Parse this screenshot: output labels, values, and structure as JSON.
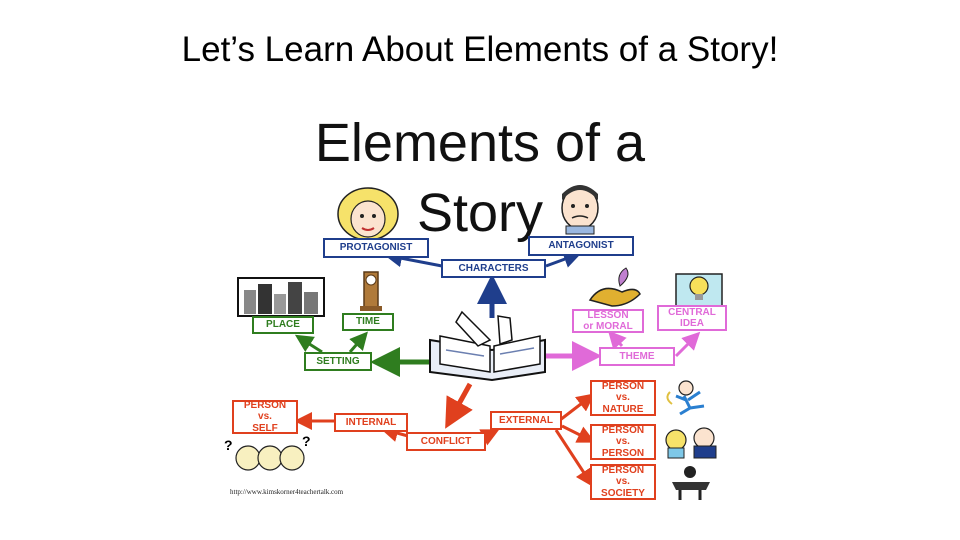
{
  "slide": {
    "title": "Let’s Learn About Elements of a Story!"
  },
  "diagram": {
    "title_line1": "Elements of a",
    "title_line2": "Story",
    "nodes": {
      "characters": "CHARACTERS",
      "protagonist": "PROTAGONIST",
      "antagonist": "ANTAGONIST",
      "setting": "SETTING",
      "place": "PLACE",
      "time": "TIME",
      "theme": "THEME",
      "lesson": "LESSON\nor MORAL",
      "central_idea": "CENTRAL\nIDEA",
      "conflict": "CONFLICT",
      "internal": "INTERNAL",
      "external": "EXTERNAL",
      "person_self": "PERSON\nvs.\nSELF",
      "person_nature": "PERSON\nvs.\nNATURE",
      "person_person": "PERSON\nvs.\nPERSON",
      "person_society": "PERSON\nvs.\nSOCIETY"
    },
    "source_url": "http://www.kimskorner4teachertalk.com",
    "colors": {
      "characters": "#1f3e8c",
      "setting": "#2f7d1f",
      "theme": "#e06ad8",
      "conflict": "#e0401e"
    },
    "clipart": [
      "open-book",
      "blonde-woman-face",
      "man-face",
      "city-skyline",
      "grandfather-clock",
      "genie-lamp",
      "lightbulb",
      "confused-faces",
      "running-person",
      "two-people-talking",
      "person-at-desk"
    ]
  }
}
